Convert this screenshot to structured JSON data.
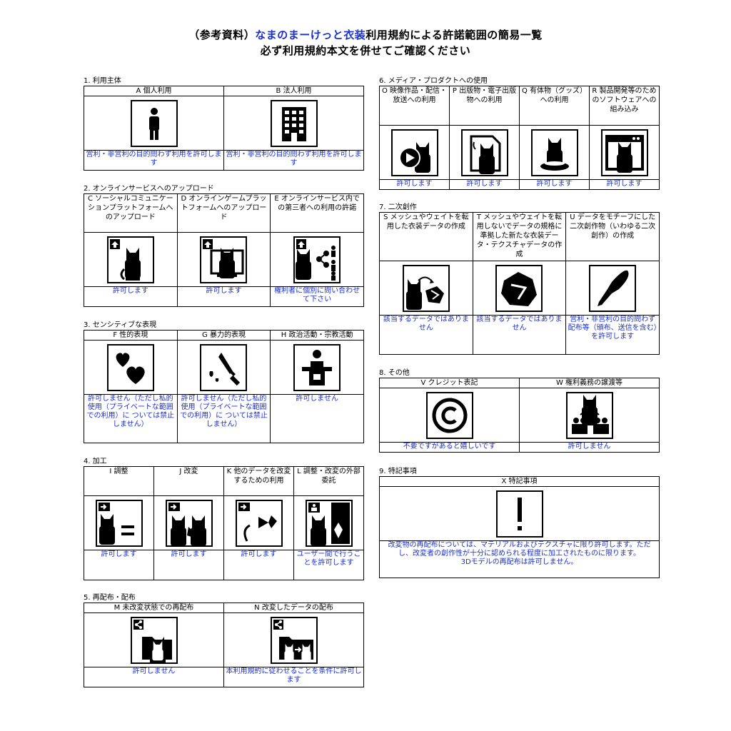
{
  "header": {
    "line1_prefix": "（参考資料）",
    "line1_brand": "なまのまーけっと衣装",
    "line1_suffix": "利用規約による許諾範囲の簡易一覧",
    "line2": "必ず利用規約本文を併せてご確認ください"
  },
  "sections": {
    "s1": {
      "title": "1. 利用主体",
      "cols": [
        {
          "head": "A 個人利用",
          "icon": "person-icon",
          "answer": "営利・非営利の目的問わず利用を許可します"
        },
        {
          "head": "B 法人利用",
          "icon": "office-building-icon",
          "answer": "営利・非営利の目的問わず利用を許可します"
        }
      ]
    },
    "s2": {
      "title": "2. オンラインサービスへのアップロード",
      "cols": [
        {
          "head": "C ソーシャルコミュニケーションプラットフォームへのアップロード",
          "icon": "social-upload-icon",
          "answer": "許可します"
        },
        {
          "head": "D オンラインゲームプラットフォームへのアップロード",
          "icon": "game-upload-icon",
          "answer": "許可します"
        },
        {
          "head": "E オンラインサービス内での第三者への利用の許諾",
          "icon": "share-users-icon",
          "answer": "権利者に個別に問い合わせて下さい"
        }
      ]
    },
    "s3": {
      "title": "3. センシティブな表現",
      "cols": [
        {
          "head": "F 性的表現",
          "icon": "hearts-icon",
          "answer": "許可しません（ただし私的使用（プライベートな範囲での利用）に ついては禁止しません）"
        },
        {
          "head": "G 暴力的表現",
          "icon": "knife-icon",
          "answer": "許可しません（ただし私的使用（プライベートな範囲での利用）に ついては禁止しません）"
        },
        {
          "head": "H 政治活動・宗教活動",
          "icon": "podium-icon",
          "answer": "許可しません"
        }
      ]
    },
    "s4": {
      "title": "4. 加工",
      "cols": [
        {
          "head": "I 調整",
          "icon": "adjust-icon",
          "answer": "許可します"
        },
        {
          "head": "J 改変",
          "icon": "modify-icon",
          "answer": "許可します"
        },
        {
          "head": "K 他のデータを改変するための利用",
          "icon": "reuse-icon",
          "answer": "許可します"
        },
        {
          "head": "L 調整・改変の外部委託",
          "icon": "outsource-icon",
          "answer": "ユーザー間で行うことを許可します"
        }
      ]
    },
    "s5": {
      "title": "5. 再配布・配布",
      "cols": [
        {
          "head": "M 未改変状態での再配布",
          "icon": "redistribute-icon",
          "answer": "許可しません"
        },
        {
          "head": "N 改変したデータの配布",
          "icon": "distribute-modified-icon",
          "answer": "本利用規約に従わせることを条件に許可します"
        }
      ]
    },
    "s6": {
      "title": "6. メディア・プロダクトへの使用",
      "cols": [
        {
          "head": "O 映像作品・配信・放送への利用",
          "icon": "video-icon",
          "answer": "許可します"
        },
        {
          "head": "P 出版物・電子出版物への利用",
          "icon": "publication-icon",
          "answer": "許可します"
        },
        {
          "head": "Q 有体物（グッズ）への利用",
          "icon": "goods-icon",
          "answer": "許可します"
        },
        {
          "head": "R 製品開発等のためのソフトウェアへの組み込み",
          "icon": "software-icon",
          "answer": "許可します"
        }
      ]
    },
    "s7": {
      "title": "7. 二次創作",
      "cols": [
        {
          "head": "S メッシュやウェイトを転用した衣装データの作成",
          "icon": "mesh-transfer-icon",
          "answer": "該当するデータではありません"
        },
        {
          "head": "T メッシュやウェイトを転用しないでデータの規格に準拠した新たな衣装データ・テクスチャデータの作成",
          "icon": "new-data-icon",
          "answer": "該当するデータではありません"
        },
        {
          "head": "U データをモチーフにした二次創作物（いわゆる二次創作）の作成",
          "icon": "pen-icon",
          "answer": "営利・非営利の目的問わず配布等（頒布、送信を含む）を許可します"
        }
      ]
    },
    "s8": {
      "title": "8. その他",
      "cols": [
        {
          "head": "V クレジット表記",
          "icon": "copyright-icon",
          "answer": "不要ですがあると嬉しいです"
        },
        {
          "head": "W 権利義務の譲渡等",
          "icon": "transfer-rights-icon",
          "answer": "許可しません"
        }
      ]
    },
    "s9": {
      "title": "9. 特記事項",
      "head": "X 特記事項",
      "icon": "exclamation-icon",
      "answer_line1": "改変物の再配布については、マテリアルおよびテクスチャに限り許可します。ただし、改変者の創作性が十分に認められる程度に加工されたものに限ります。",
      "answer_line2": "3Dモデルの再配布は許可しません。"
    }
  }
}
